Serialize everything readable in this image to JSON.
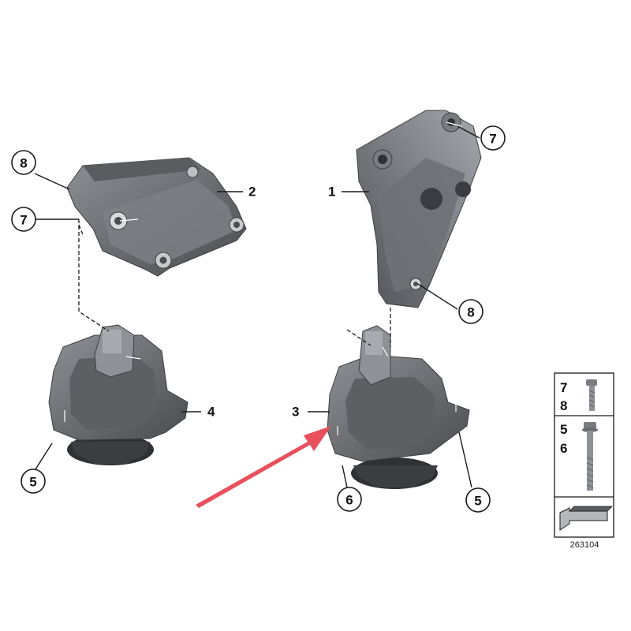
{
  "diagram_id": "263104",
  "callouts": {
    "c8_left": "8",
    "c7_left": "7",
    "c2": "2",
    "c1": "1",
    "c7_right": "7",
    "c8_right": "8",
    "c4": "4",
    "c3": "3",
    "c5_left": "5",
    "c6": "6",
    "c5_right": "5"
  },
  "hardware_legend": {
    "row1": [
      "7",
      "8"
    ],
    "row2": [
      "5",
      "6"
    ]
  },
  "colors": {
    "part_fill": "#6e7074",
    "part_dark": "#4a4c50",
    "part_light": "#9a9da2",
    "rubber": "#3c3d40",
    "arrow": "#e8505b"
  }
}
